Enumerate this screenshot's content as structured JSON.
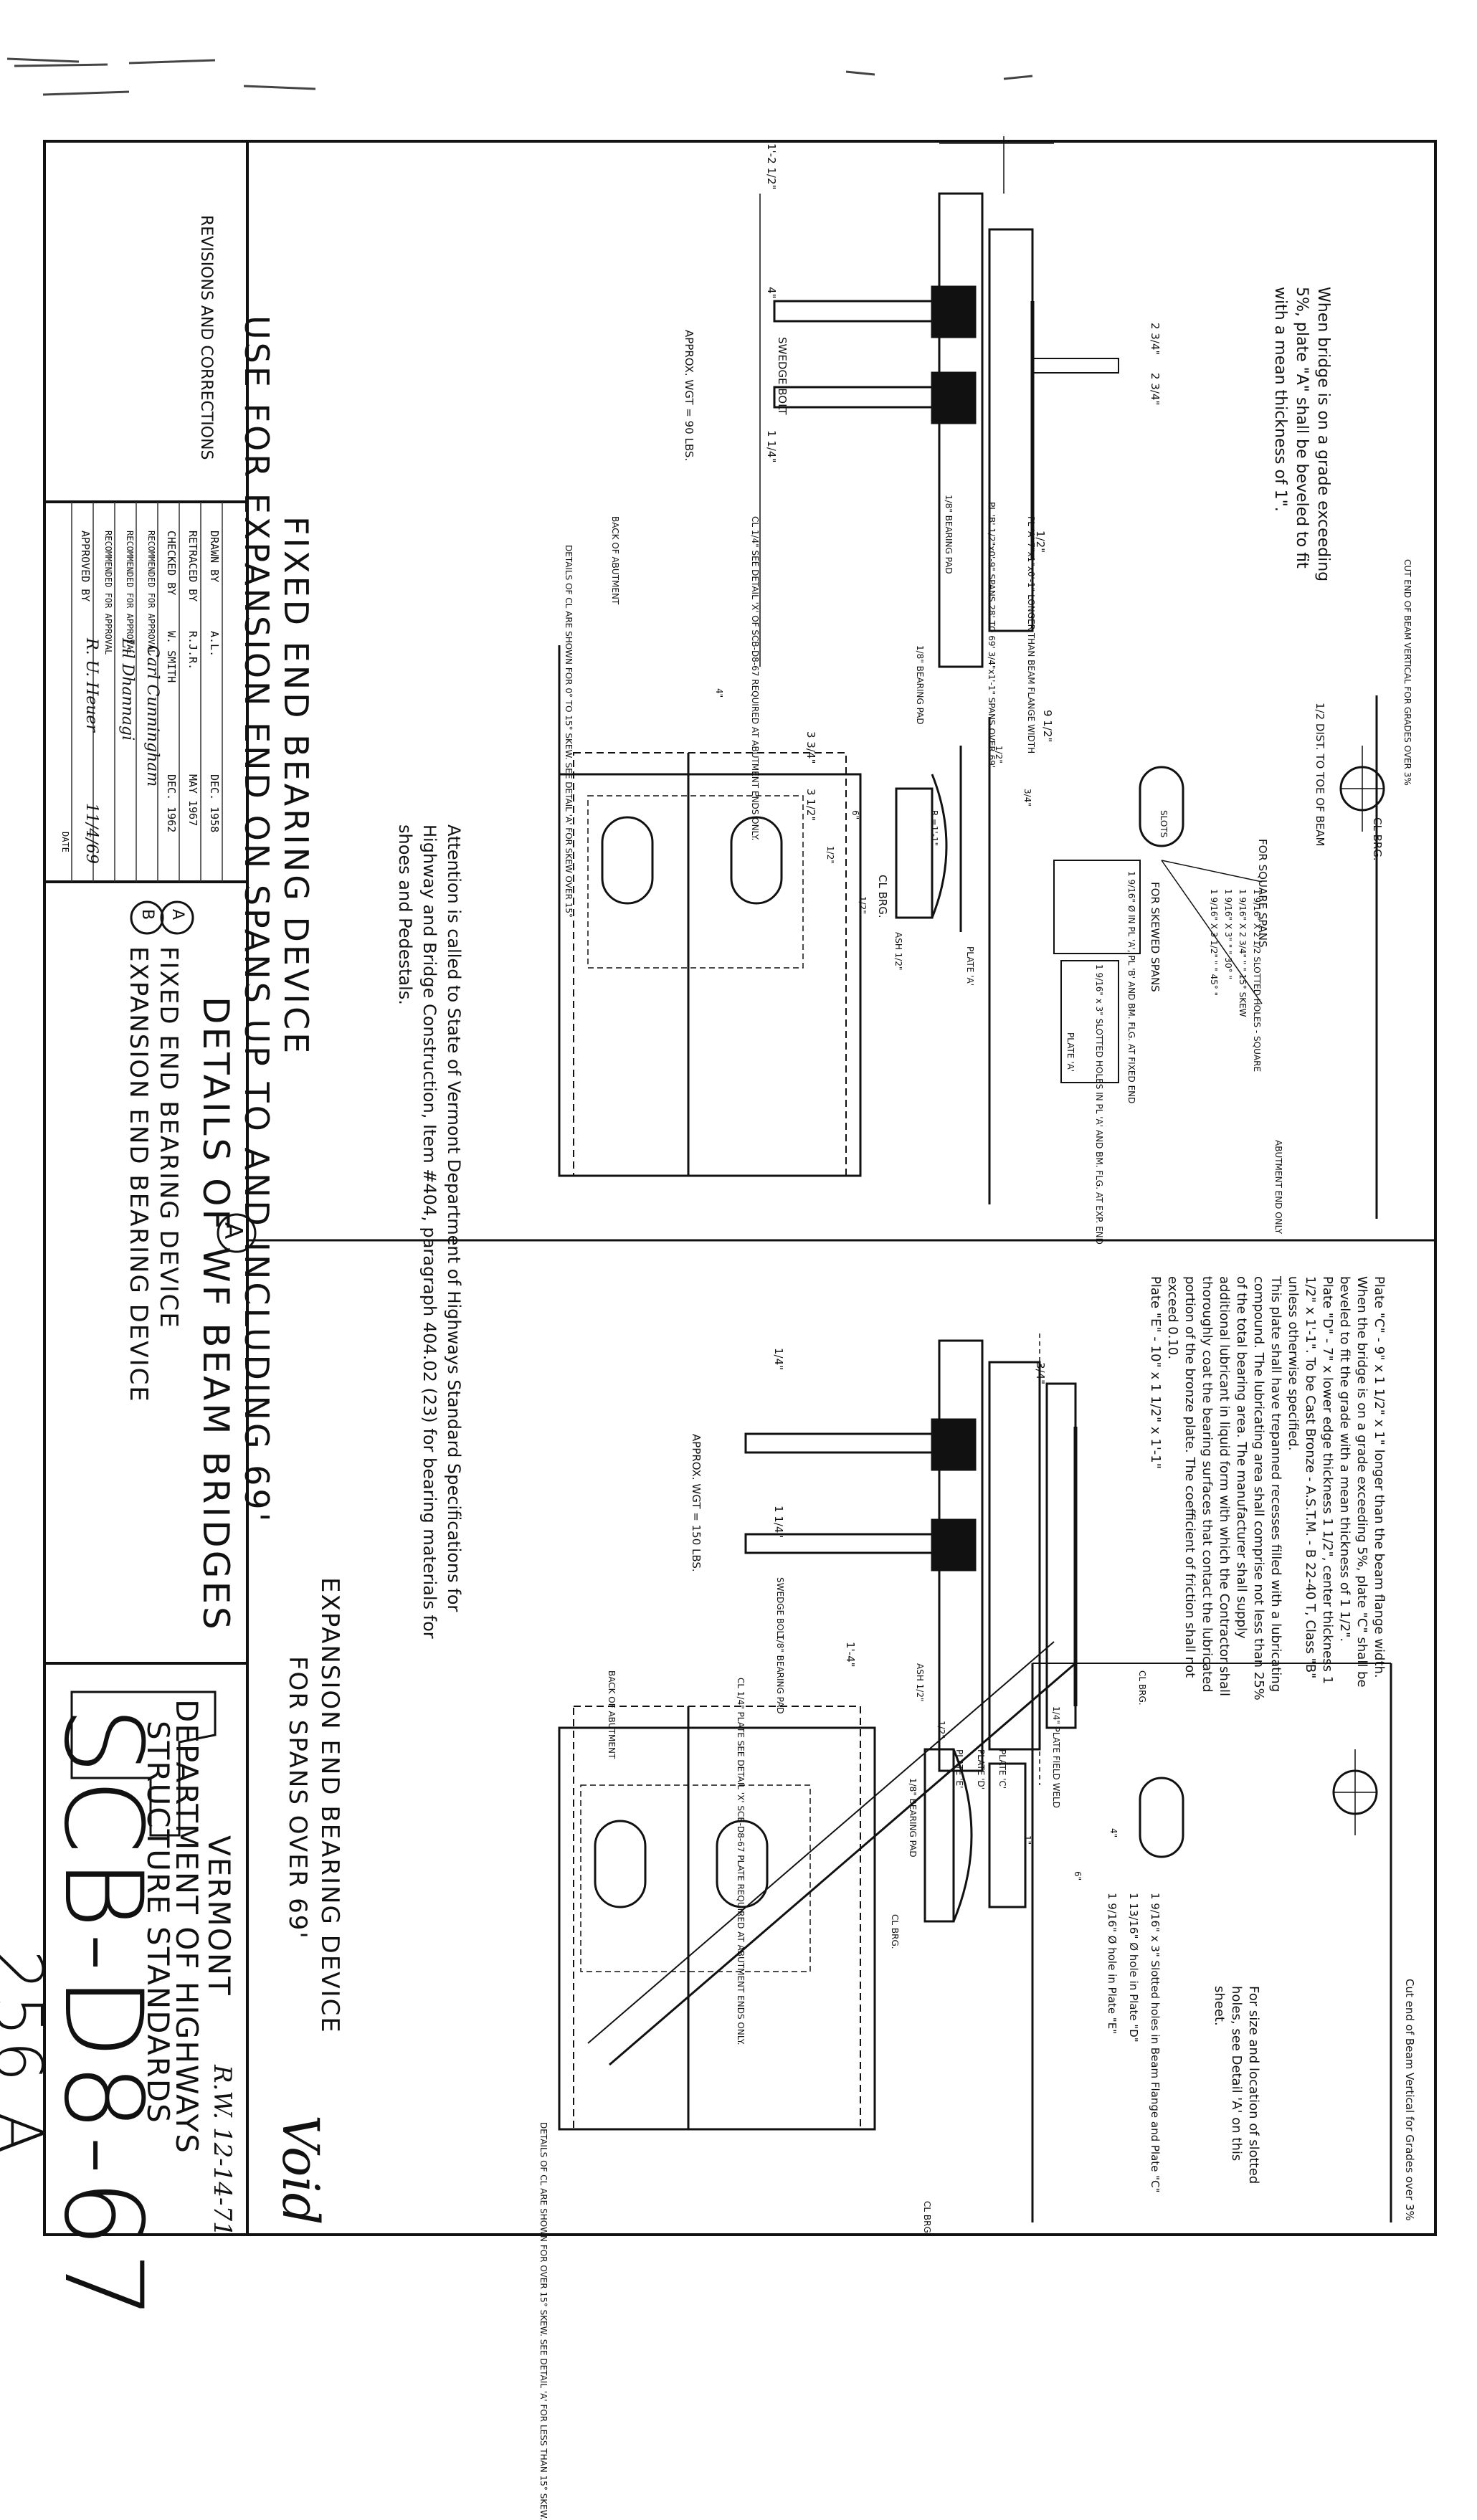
{
  "sheet": {
    "revisions_label": "REVISIONS AND CORRECTIONS",
    "signoff": {
      "drawn_by": "DRAWN BY",
      "drawn_by_value": "A.L.",
      "drawn_date": "DEC. 1958",
      "retraced_by": "RETRACED BY",
      "retraced_by_value": "R.J.R.",
      "retraced_date": "MAY 1967",
      "checked_by": "CHECKED BY",
      "checked_by_value": "W. SMITH",
      "checked_date": "DEC. 1962",
      "recommended_1": "RECOMMENDED FOR APPROVAL",
      "recommended_2": "RECOMMENDED FOR APPROVAL",
      "recommended_3": "RECOMMENDED FOR APPROVAL",
      "approved_by": "APPROVED BY",
      "date_label": "DATE",
      "sig_1": "Carl Cunningham",
      "sig_2": "Lil Dhannagi",
      "sig_3": "R. U. Heuer",
      "sig_date": "11/4/69"
    },
    "fixed_title_line1": "FIXED END BEARING DEVICE",
    "fixed_title_line2": "USE FOR EXPANSION END ON SPANS UP TO AND INCLUDING 69'",
    "details_title": "DETAILS OF WF BEAM BRIDGES",
    "legend_a": "FIXED END BEARING DEVICE",
    "legend_b": "EXPANSION END BEARING DEVICE",
    "legend_a_letter": "A",
    "legend_b_letter": "B",
    "panel_marker_a": "A",
    "attention_note": "Attention is called to State of Vermont Department of Highways Standard Specifications for Highway and Bridge Construction, Item #404, paragraph 404.02 (23) for bearing materials for shoes and Pedestals.",
    "expansion_title_line1": "EXPANSION END BEARING DEVICE",
    "expansion_title_line2": "FOR SPANS OVER 69'",
    "state": "VERMONT",
    "department": "DEPARTMENT OF HIGHWAYS",
    "structure_standards": "STRUCTURE STANDARDS",
    "drawing_number": "SCB-D8-67",
    "sheet_number": "256 A",
    "void_stamp": "Void",
    "void_initials": "R.W. 12-14-71"
  },
  "fixed_detail": {
    "grade_note": "When bridge is on a grade exceeding 5%, plate \"A\" shall be beveled to fit with a mean thickness of 1\".",
    "dim_1": "1'-2 1/2\"",
    "dim_4": "4\"",
    "dim_2_3_4": "2 3/4\"",
    "dim_2_3_4b": "2 3/4\"",
    "dim_1_1_4": "1 1/4\"",
    "dim_1_2": "1/2\"",
    "swedge_bolt": "SWEDGE BOLT",
    "plate_a_note": "PL 'A' 7\"x1\"x0'-1\" LONGER THAN BEAM FLANGE WIDTH",
    "plate_b_note": "PL 'B' 1/2\"x0'-9\" SPANS 28' TO 69'  3/4\"x1'-1\" SPANS OVER 69'",
    "bearing_pad": "1/8\" BEARING PAD",
    "bearing_pad_2": "1/8\" BEARING PAD",
    "approx_wgt": "APPROX. WGT = 90 LBS.",
    "back_of_abutment": "BACK OF ABUTMENT",
    "cl_note": "CL 1/4\" SEE DETAIL 'X' OF SCB-D8-67 REQUIRED AT ABUTMENT ENDS ONLY.",
    "detail_note": "DETAILS OF CL ARE SHOWN FOR 0° TO 15° SKEW. SEE DETAIL 'A' FOR SKEW OVER 15°",
    "cut_end_note": "CUT END OF BEAM VERTICAL FOR GRADES OVER 3%",
    "dist_to_toe": "1/2 DIST. TO TOE OF BEAM",
    "dim_9_1_2": "9 1/2\"",
    "dim_3_4": "3 3/4\"",
    "dim_3_1_2": "3 1/2\"",
    "brg": "CL BRG.",
    "brg_2": "CL BRG.",
    "square_spans": "FOR SQUARE SPANS",
    "skewed_spans": "FOR SKEWED SPANS",
    "slot_rows": [
      "1 9/16\" X 2 1/2 SLOTTED HOLES - SQUARE",
      "1 9/16\" X 2 3/4\"   \"    \"   15° SKEW",
      "1 9/16\" X 3\"   \"    \"   30° \"",
      "1 9/16\" X 3 1/2\"   \"    \"   45° \""
    ],
    "abutment_end_only": "ABUTMENT END ONLY",
    "fixed_end_box": "1 9/16\" Ø IN PL 'A', PL 'B' AND BM. FLG. AT FIXED END",
    "exp_end_box": "1 9/16\" x 3\" SLOTTED HOLES IN PL 'A' AND BM. FLG. AT EXP. END",
    "plate_a_label": "PLATE 'A'",
    "plate_a_label_2": "PLATE 'A'",
    "radius_label": "R.=1'-1\"",
    "ash": "ASH 1/2\"",
    "dim_1_2b": "1/2\"",
    "dim_1_2c": "1/2\"",
    "dim_1_2d": "1/2\"",
    "dim_3_4b": "3/4\"",
    "dim_6": "6\"",
    "dim_4b": "4\"",
    "slot_label": "SLOTS"
  },
  "expansion_detail": {
    "plate_c_note_1": "Plate \"C\" - 9\" x 1 1/2\" x 1\" longer than the beam flange width. When the bridge is on a grade exceeding 5%, plate \"C\" shall be beveled to fit the grade with a mean thickness of 1 1/2\".",
    "plate_d_note": "Plate \"D\" - 7\" x lower edge thickness 1 1/2\", center thickness 1 1/2\" x 1'-1\". To be Cast Bronze - A.S.T.M. - B 22-40 T, Class \"B\" unless otherwise specified.",
    "trepanned_note": "This plate shall have trepanned recesses filled with a lubricating compound. The lubricating area shall comprise not less than 25% of the total bearing area. The manufacturer shall supply additional lubricant in liquid form with which the Contractor shall thoroughly coat the bearing surfaces that contact the lubricated portion of the bronze plate. The coefficient of friction shall not exceed 0.10.",
    "plate_e_note": "Plate \"E\" - 10\" x 1 1/2\" x 1'-1\"",
    "dim_1_4": "1/4\"",
    "dim_3_4": "3/4\"",
    "dim_1_1_4": "1 1/4\"",
    "dim_1_4_b": "1'-4\"",
    "swedge_bolt": "SWEDGE BOLT",
    "bearing_pad": "1/8\" BEARING PAD",
    "bearing_pad_2": "1/8\" BEARING PAD",
    "approx_wgt": "APPROX. WGT = 150 LBS.",
    "back_of_abutment": "BACK OF ABUTMENT",
    "cl_note": "CL 1/4\" PLATE SEE DETAIL 'X' SCB-D8-67 PLATE REQUIRED AT ABUTMENT ENDS ONLY.",
    "cut_end_note": "Cut end of Beam Vertical for Grades over 3%",
    "size_location_note": "For size and location of slotted holes, see Detail 'A' on this sheet.",
    "slot_note_1": "1 9/16\" x 3\" Slotted holes in Beam Flange and Plate \"C\"",
    "slot_note_2": "1 13/16\" Ø hole in Plate \"D\"",
    "slot_note_3": "1 9/16\" Ø hole in Plate \"E\"",
    "plate_c": "PLATE 'C'",
    "plate_d": "PLATE 'D'",
    "plate_e": "PLATE 'E'",
    "field_weld": "1/4\" PLATE FIELD WELD",
    "ash": "ASH 1/2\"",
    "brg": "CL BRG.",
    "brg_2": "CL BRG.",
    "brg_3": "CL BRG.",
    "detail_note": "DETAILS OF CL ARE SHOWN FOR OVER 15° SKEW. SEE DETAIL 'A' FOR LESS THAN 15° SKEW.",
    "dim_4": "4\"",
    "dim_6": "6\"",
    "dim_1_2": "1/2\"",
    "dim_1": "1\""
  }
}
